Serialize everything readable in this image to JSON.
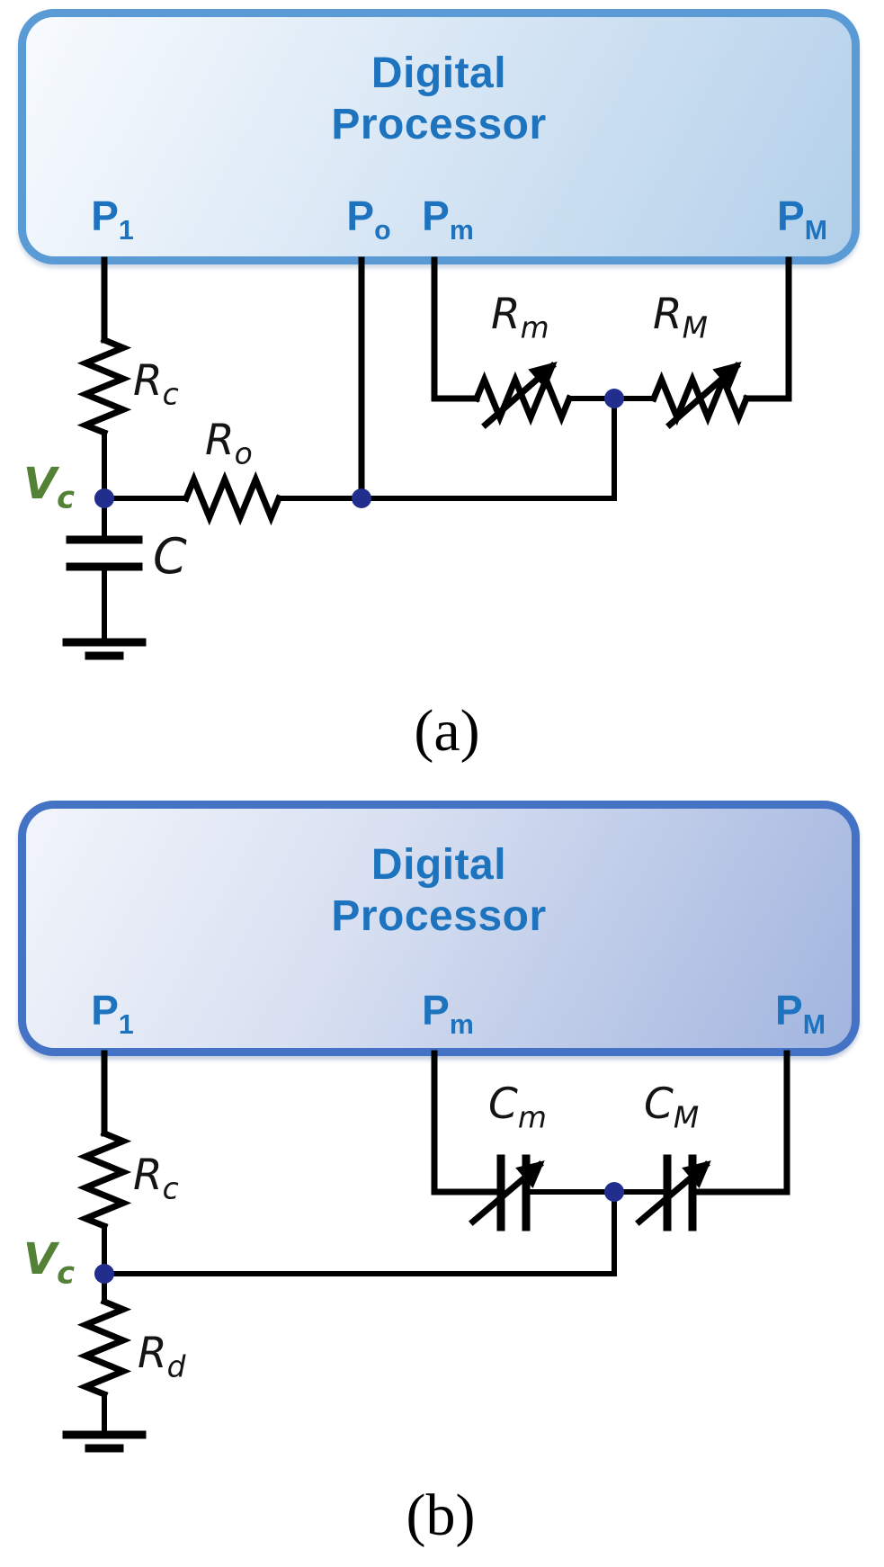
{
  "palette": {
    "box_a_border": "#5B9BD5",
    "box_a_fill_light": "#F8FBFE",
    "box_a_fill_dark": "#B3D0EA",
    "box_b_border": "#4472C4",
    "box_b_fill_light": "#F2F5FB",
    "box_b_fill_dark": "#A2B5DF",
    "processor_text_blue": "#1E73BE",
    "node_dot_navy": "#222E8D",
    "voltage_label_green": "#538135",
    "wire_black": "#000000"
  },
  "figure_a": {
    "caption": "(a)",
    "processor_title": [
      "Digital",
      "Processor"
    ],
    "pins": [
      {
        "base": "P",
        "sub": "1"
      },
      {
        "base": "P",
        "sub": "o"
      },
      {
        "base": "P",
        "sub": "m"
      },
      {
        "base": "P",
        "sub": "M"
      }
    ],
    "labels": {
      "rc": {
        "base": "R",
        "sub": "c"
      },
      "ro": {
        "base": "R",
        "sub": "o"
      },
      "rm": {
        "base": "R",
        "sub": "m"
      },
      "rM": {
        "base": "R",
        "sub": "M"
      },
      "c": {
        "base": "C",
        "sub": ""
      },
      "vc": {
        "base": "V",
        "sub": "c"
      }
    }
  },
  "figure_b": {
    "caption": "(b)",
    "processor_title": [
      "Digital",
      "Processor"
    ],
    "pins": [
      {
        "base": "P",
        "sub": "1"
      },
      {
        "base": "P",
        "sub": "m"
      },
      {
        "base": "P",
        "sub": "M"
      }
    ],
    "labels": {
      "rc": {
        "base": "R",
        "sub": "c"
      },
      "rd": {
        "base": "R",
        "sub": "d"
      },
      "cm": {
        "base": "C",
        "sub": "m"
      },
      "cM": {
        "base": "C",
        "sub": "M"
      },
      "vc": {
        "base": "V",
        "sub": "c"
      }
    }
  }
}
